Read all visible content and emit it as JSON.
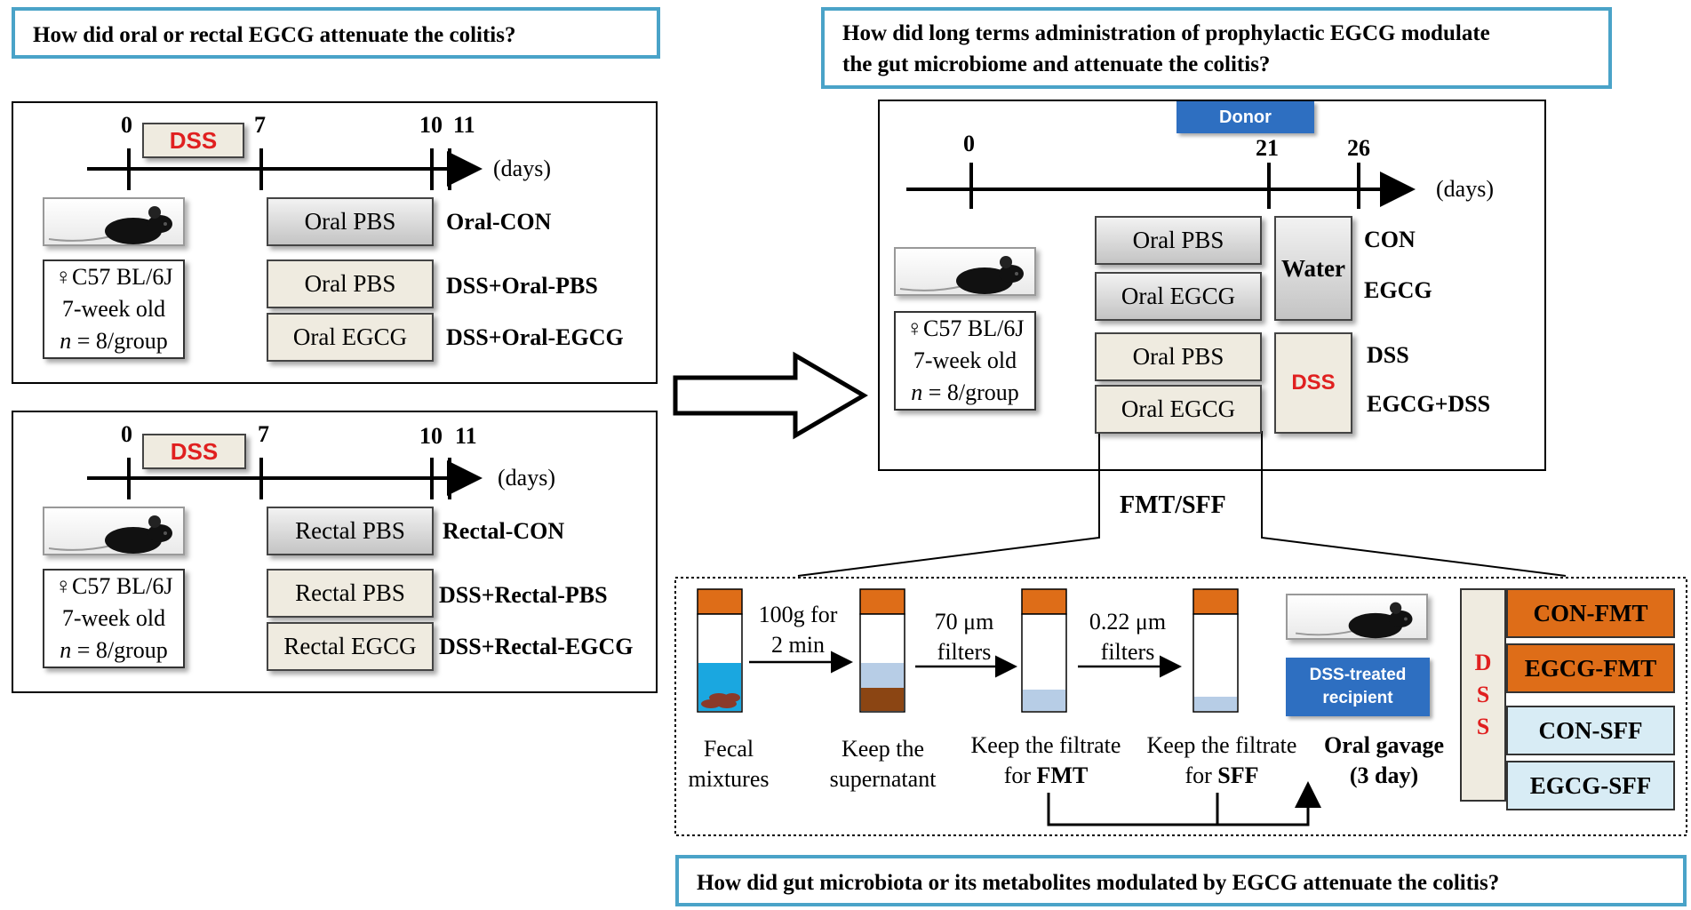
{
  "questions": {
    "q1": "How did oral or rectal EGCG attenuate the colitis?",
    "q2_line1": "How did long terms administration of prophylactic EGCG modulate",
    "q2_line2": "the gut microbiome and attenuate the colitis?",
    "q3": "How did gut microbiota or its metabolites modulated by EGCG attenuate the colitis?"
  },
  "mouse_info": {
    "strain": "♀C57 BL/6J",
    "age": "7-week old",
    "n_italic": "n",
    "group": " = 8/group"
  },
  "panel_oral": {
    "ticks": [
      "0",
      "7",
      "10",
      "11"
    ],
    "dss": "DSS",
    "days": "(days)",
    "rows": [
      {
        "treatment": "Oral PBS",
        "group": "Oral-CON"
      },
      {
        "treatment": "Oral PBS",
        "group": "DSS+Oral-PBS"
      },
      {
        "treatment": "Oral EGCG",
        "group": "DSS+Oral-EGCG"
      }
    ]
  },
  "panel_rectal": {
    "ticks": [
      "0",
      "7",
      "10",
      "11"
    ],
    "dss": "DSS",
    "days": "(days)",
    "rows": [
      {
        "treatment": "Rectal PBS",
        "group": "Rectal-CON"
      },
      {
        "treatment": "Rectal PBS",
        "group": "DSS+Rectal-PBS"
      },
      {
        "treatment": "Rectal EGCG",
        "group": "DSS+Rectal-EGCG"
      }
    ]
  },
  "panel_long": {
    "donor": "Donor",
    "ticks": [
      "0",
      "21",
      "26"
    ],
    "days": "(days)",
    "treatments": [
      "Oral PBS",
      "Oral EGCG",
      "Oral PBS",
      "Oral EGCG"
    ],
    "water": "Water",
    "dss": "DSS",
    "groups": [
      "CON",
      "EGCG",
      "DSS",
      "EGCG+DSS"
    ]
  },
  "fmt": {
    "title": "FMT/SFF",
    "step1_cap": [
      "Fecal",
      "mixtures"
    ],
    "arrow1": [
      "100g for",
      "2 min"
    ],
    "step2_cap": [
      "Keep the",
      "supernatant"
    ],
    "arrow2": [
      "70 μm",
      "filters"
    ],
    "step3_cap": [
      "Keep the filtrate",
      "for ",
      "FMT"
    ],
    "arrow3": [
      "0.22 μm",
      "filters"
    ],
    "step4_cap": [
      "Keep the filtrate",
      "for ",
      "SFF"
    ],
    "recipient": [
      "DSS-treated",
      "recipient"
    ],
    "gavage": [
      "Oral gavage",
      "(3 day)"
    ],
    "dss_side": [
      "D",
      "S",
      "S"
    ],
    "groups": [
      "CON-FMT",
      "EGCG-FMT",
      "CON-SFF",
      "EGCG-SFF"
    ]
  },
  "colors": {
    "question_border": "#4aa3c8",
    "dss_red": "#e02020",
    "fmt_orange": "#de6d18",
    "sff_lightblue": "#d8ecf5",
    "donor_blue": "#2e6fc1"
  }
}
